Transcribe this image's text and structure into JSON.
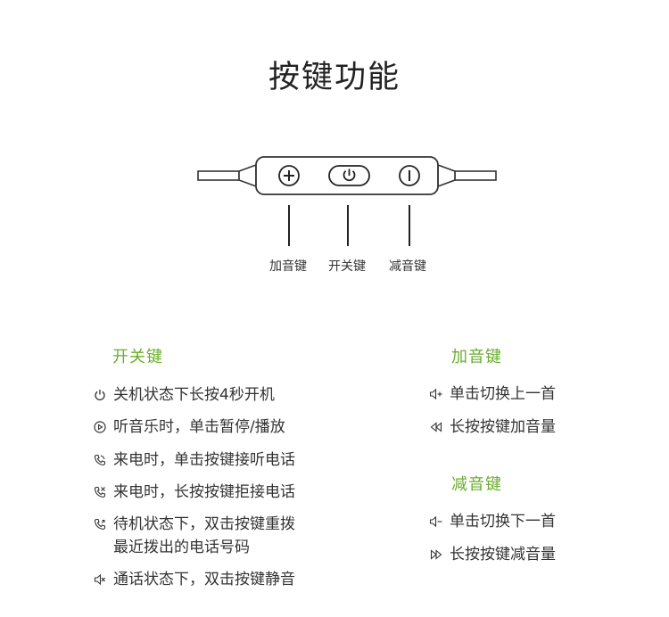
{
  "title": "按键功能",
  "diagram": {
    "labels": {
      "plus": "加音键",
      "power": "开关键",
      "minus": "减音键"
    }
  },
  "sections": {
    "power": {
      "heading": "开关键",
      "items": [
        {
          "icon": "power-icon",
          "text": "关机状态下长按4秒开机"
        },
        {
          "icon": "play-circle-icon",
          "text": "听音乐时，单击暂停/播放"
        },
        {
          "icon": "phone-answer-icon",
          "text": "来电时，单击按键接听电话"
        },
        {
          "icon": "phone-reject-icon",
          "text": "来电时，长按按键拒接电话"
        },
        {
          "icon": "phone-redial-icon",
          "text": "待机状态下，双击按键重拨",
          "text2": "最近拨出的电话号码"
        },
        {
          "icon": "mute-icon",
          "text": "通话状态下，双击按键静音"
        }
      ]
    },
    "volume_up": {
      "heading": "加音键",
      "items": [
        {
          "icon": "volume-plus-icon",
          "text": "单击切换上一首"
        },
        {
          "icon": "rewind-icon",
          "text": "长按按键加音量"
        }
      ]
    },
    "volume_down": {
      "heading": "减音键",
      "items": [
        {
          "icon": "volume-minus-icon",
          "text": "单击切换下一首"
        },
        {
          "icon": "fast-forward-icon",
          "text": "长按按键减音量"
        }
      ]
    }
  },
  "colors": {
    "accent": "#6aad2d",
    "text": "#333333",
    "line": "#333333"
  }
}
